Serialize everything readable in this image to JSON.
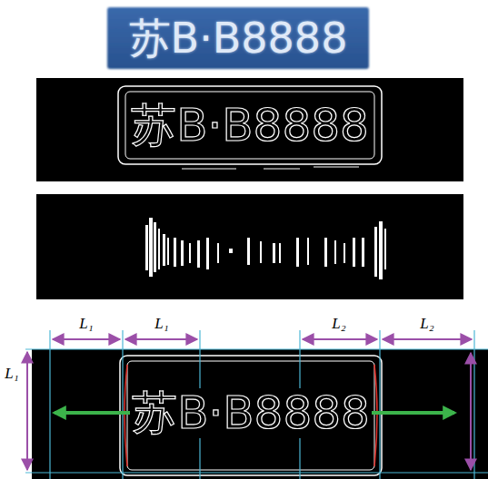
{
  "diagram": {
    "labels": [
      "苏B·B8888",
      "苏B·B8888",
      "苏B·B8888",
      "L₁",
      "L₁",
      "L₂",
      "L₂",
      "L₁",
      "L"
    ]
  }
}
